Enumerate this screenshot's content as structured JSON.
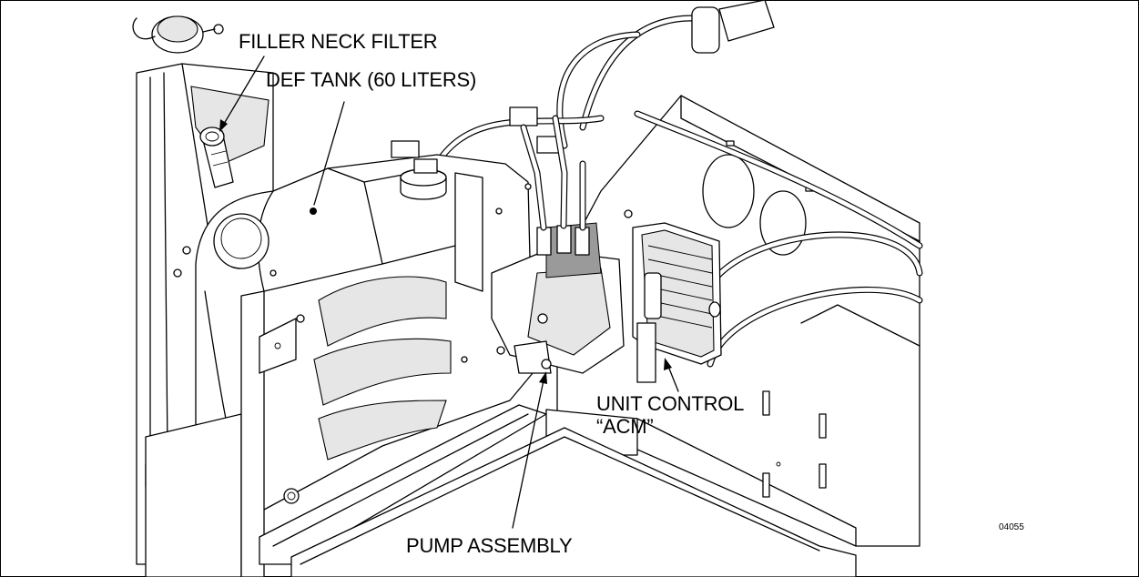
{
  "labels": {
    "filler_neck_filter": "FILLER NECK FILTER",
    "def_tank": "DEF TANK (60 LITERS)",
    "unit_control_line1": "UNIT CONTROL",
    "unit_control_line2": "“ACM”",
    "pump_assembly": "PUMP ASSEMBLY"
  },
  "figure_number": "04055",
  "colors": {
    "line": "#000000",
    "background": "#ffffff",
    "shade": "#e6e6e6"
  }
}
